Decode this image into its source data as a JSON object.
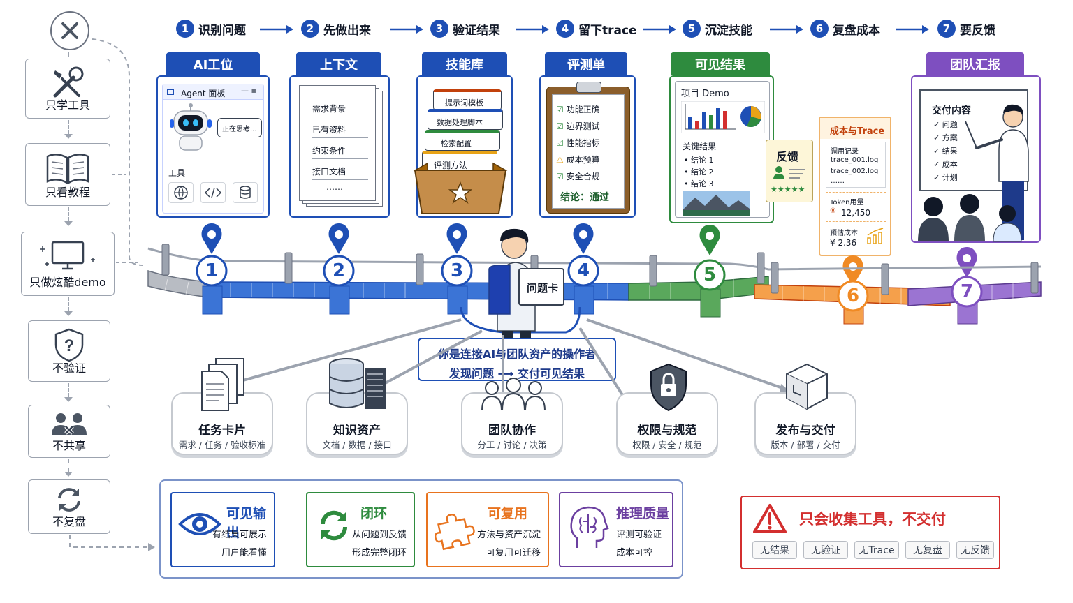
{
  "left_column": {
    "items": [
      {
        "label": "只学工具",
        "icon": "tools-icon"
      },
      {
        "label": "只看教程",
        "icon": "book-icon"
      },
      {
        "label": "只做炫酷demo",
        "icon": "monitor-icon"
      },
      {
        "label": "不验证",
        "icon": "shield-question-icon"
      },
      {
        "label": "不共享",
        "icon": "users-x-icon"
      },
      {
        "label": "不复盘",
        "icon": "refresh-icon"
      }
    ]
  },
  "steps": [
    {
      "num": "1",
      "label": "识别问题"
    },
    {
      "num": "2",
      "label": "先做出来"
    },
    {
      "num": "3",
      "label": "验证结果"
    },
    {
      "num": "4",
      "label": "留下trace"
    },
    {
      "num": "5",
      "label": "沉淀技能"
    },
    {
      "num": "6",
      "label": "复盘成本"
    },
    {
      "num": "7",
      "label": "要反馈"
    }
  ],
  "cards": {
    "ai": {
      "tag": "AI工位",
      "panel_title": "Agent 面板",
      "bubble": "正在思考...",
      "tools_label": "工具"
    },
    "context": {
      "tag": "上下文",
      "lines": [
        "需求背景",
        "已有资料",
        "约束条件",
        "接口文档",
        "……"
      ]
    },
    "skills": {
      "tag": "技能库",
      "items": [
        "提示词模板",
        "数据处理脚本",
        "检索配置",
        "评测方法",
        "……"
      ]
    },
    "eval": {
      "tag": "评测单",
      "items": [
        "功能正确",
        "边界测试",
        "性能指标",
        "成本预算",
        "安全合规"
      ],
      "conclusion": "结论：通过"
    },
    "result": {
      "tag": "可见结果",
      "project": "项目 Demo",
      "key_title": "关键结果",
      "conclusions": [
        "• 结论 1",
        "• 结论 2",
        "• 结论 3"
      ],
      "feedback": "反馈",
      "stars": "★★★★★"
    },
    "cost": {
      "tag": "成本与Trace",
      "log_title": "调用记录",
      "logs": [
        "trace_001.log",
        "trace_002.log",
        "……"
      ],
      "token_label": "Token用量",
      "token_value": "12,450",
      "cost_label": "预估成本",
      "cost_value": "¥ 2.36"
    },
    "report": {
      "tag": "团队汇报",
      "board_title": "交付内容",
      "items": [
        "✓ 问题",
        "✓ 方案",
        "✓ 结果",
        "✓ 成本",
        "✓ 计划"
      ]
    }
  },
  "bridge": {
    "markers": [
      "1",
      "2",
      "3",
      "4",
      "5",
      "6",
      "7"
    ],
    "problem_card": "问题卡",
    "center_line1": "你是连接AI与团队资产的操作者",
    "center_line2": "发现问题 ⟶ 交付可见结果"
  },
  "nodes": [
    {
      "title": "任务卡片",
      "sub": "需求 / 任务 / 验收标准"
    },
    {
      "title": "知识资产",
      "sub": "文档 / 数据 / 接口"
    },
    {
      "title": "团队协作",
      "sub": "分工 / 讨论 / 决策"
    },
    {
      "title": "权限与规范",
      "sub": "权限 / 安全 / 规范"
    },
    {
      "title": "发布与交付",
      "sub": "版本 / 部署 / 交付"
    }
  ],
  "features": [
    {
      "title": "可见输出",
      "lines": [
        "有结果可展示",
        "用户能看懂"
      ],
      "color": "#1e4fb5"
    },
    {
      "title": "闭环",
      "lines": [
        "从问题到反馈",
        "形成完整闭环"
      ],
      "color": "#2e8b3e"
    },
    {
      "title": "可复用",
      "lines": [
        "方法与资产沉淀",
        "可复用可迁移"
      ],
      "color": "#e8731e"
    },
    {
      "title": "推理质量",
      "lines": [
        "评测可验证",
        "成本可控"
      ],
      "color": "#6b3fa0"
    }
  ],
  "warning": {
    "title": "只会收集工具，不交付",
    "chips": [
      "无结果",
      "无验证",
      "无Trace",
      "无复盘",
      "无反馈"
    ],
    "color": "#d32f2f"
  },
  "colors": {
    "blue": "#1e4fb5",
    "green": "#2e8b3e",
    "orange": "#f08a24",
    "purple": "#7e4fc0",
    "gray": "#9ca3af"
  }
}
